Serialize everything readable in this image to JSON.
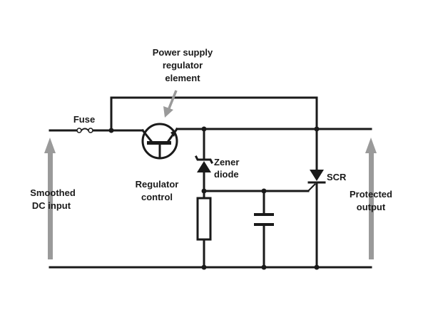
{
  "labels": {
    "power_supply_line1": "Power supply",
    "power_supply_line2": "regulator",
    "power_supply_line3": "element",
    "fuse": "Fuse",
    "zener_line1": "Zener",
    "zener_line2": "diode",
    "scr": "SCR",
    "regulator_line1": "Regulator",
    "regulator_line2": "control",
    "smoothed_line1": "Smoothed",
    "smoothed_line2": "DC input",
    "protected_line1": "Protected",
    "protected_line2": "output"
  },
  "colors": {
    "wire": "#1a1a1a",
    "arrow": "#9a9a9a",
    "background": "#ffffff"
  }
}
